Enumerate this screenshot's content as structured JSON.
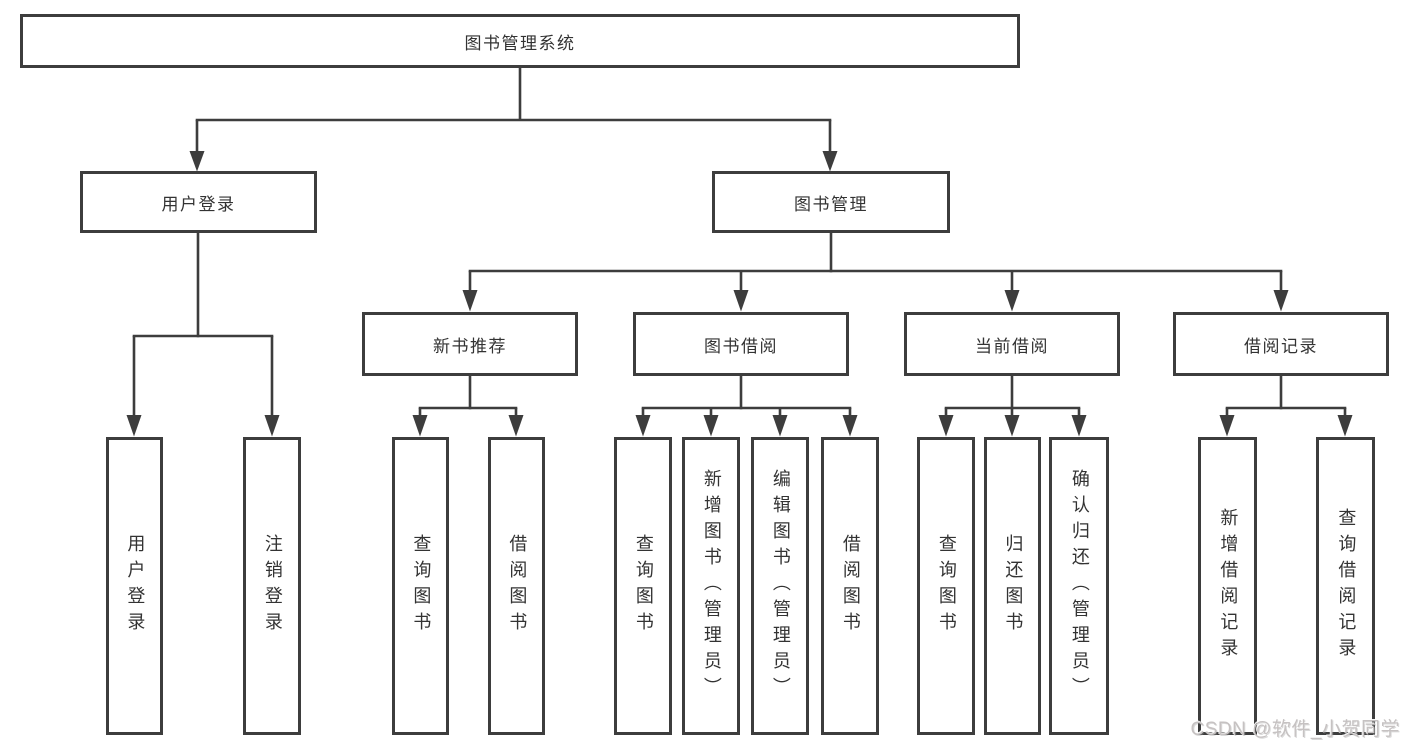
{
  "diagram": {
    "type": "tree",
    "title": "图书管理系统",
    "nodes": [
      {
        "label": "图书管理系统",
        "parent": null,
        "orientation": "horizontal"
      },
      {
        "label": "用户登录",
        "parent": "图书管理系统",
        "orientation": "horizontal"
      },
      {
        "label": "图书管理",
        "parent": "图书管理系统",
        "orientation": "horizontal"
      },
      {
        "label": "用户登录",
        "parent": "用户登录",
        "orientation": "vertical"
      },
      {
        "label": "注销登录",
        "parent": "用户登录",
        "orientation": "vertical"
      },
      {
        "label": "新书推荐",
        "parent": "图书管理",
        "orientation": "horizontal"
      },
      {
        "label": "图书借阅",
        "parent": "图书管理",
        "orientation": "horizontal"
      },
      {
        "label": "当前借阅",
        "parent": "图书管理",
        "orientation": "horizontal"
      },
      {
        "label": "借阅记录",
        "parent": "图书管理",
        "orientation": "horizontal"
      },
      {
        "label": "查询图书",
        "parent": "新书推荐",
        "orientation": "vertical"
      },
      {
        "label": "借阅图书",
        "parent": "新书推荐",
        "orientation": "vertical"
      },
      {
        "label": "查询图书",
        "parent": "图书借阅",
        "orientation": "vertical"
      },
      {
        "label": "新增图书（管理员）",
        "parent": "图书借阅",
        "orientation": "vertical"
      },
      {
        "label": "编辑图书（管理员）",
        "parent": "图书借阅",
        "orientation": "vertical"
      },
      {
        "label": "借阅图书",
        "parent": "图书借阅",
        "orientation": "vertical"
      },
      {
        "label": "查询图书",
        "parent": "当前借阅",
        "orientation": "vertical"
      },
      {
        "label": "归还图书",
        "parent": "当前借阅",
        "orientation": "vertical"
      },
      {
        "label": "确认归还（管理员）",
        "parent": "当前借阅",
        "orientation": "vertical"
      },
      {
        "label": "新增借阅记录",
        "parent": "借阅记录",
        "orientation": "vertical"
      },
      {
        "label": "查询借阅记录",
        "parent": "借阅记录",
        "orientation": "vertical"
      }
    ],
    "line_color": "#3d3d3d",
    "box_fill": "#ffffff",
    "text_color": "#333333"
  },
  "watermark": {
    "text": "CSDN @软件_小贺同学",
    "color": "#c6c2c2"
  }
}
